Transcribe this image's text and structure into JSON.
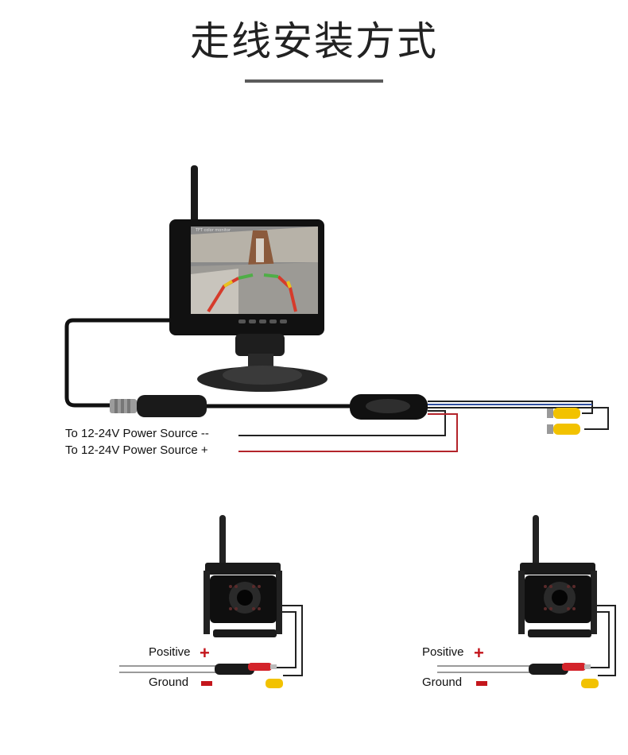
{
  "title": "走线安装方式",
  "monitor": {
    "screen_header": "TFT color monitor",
    "power_negative_label": "To 12-24V Power Source --",
    "power_positive_label": "To 12-24V Power Source +"
  },
  "cameras": [
    {
      "positive_label": "Positive",
      "ground_label": "Ground",
      "positive_sign": "+"
    },
    {
      "positive_label": "Positive",
      "ground_label": "Ground",
      "positive_sign": "+"
    }
  ],
  "colors": {
    "negative_wire": "#222222",
    "positive_wire": "#b3242b",
    "signal_wire": "#2f4fa0",
    "rca_yellow": "#f2c200",
    "accent_red": "#c4161c"
  }
}
